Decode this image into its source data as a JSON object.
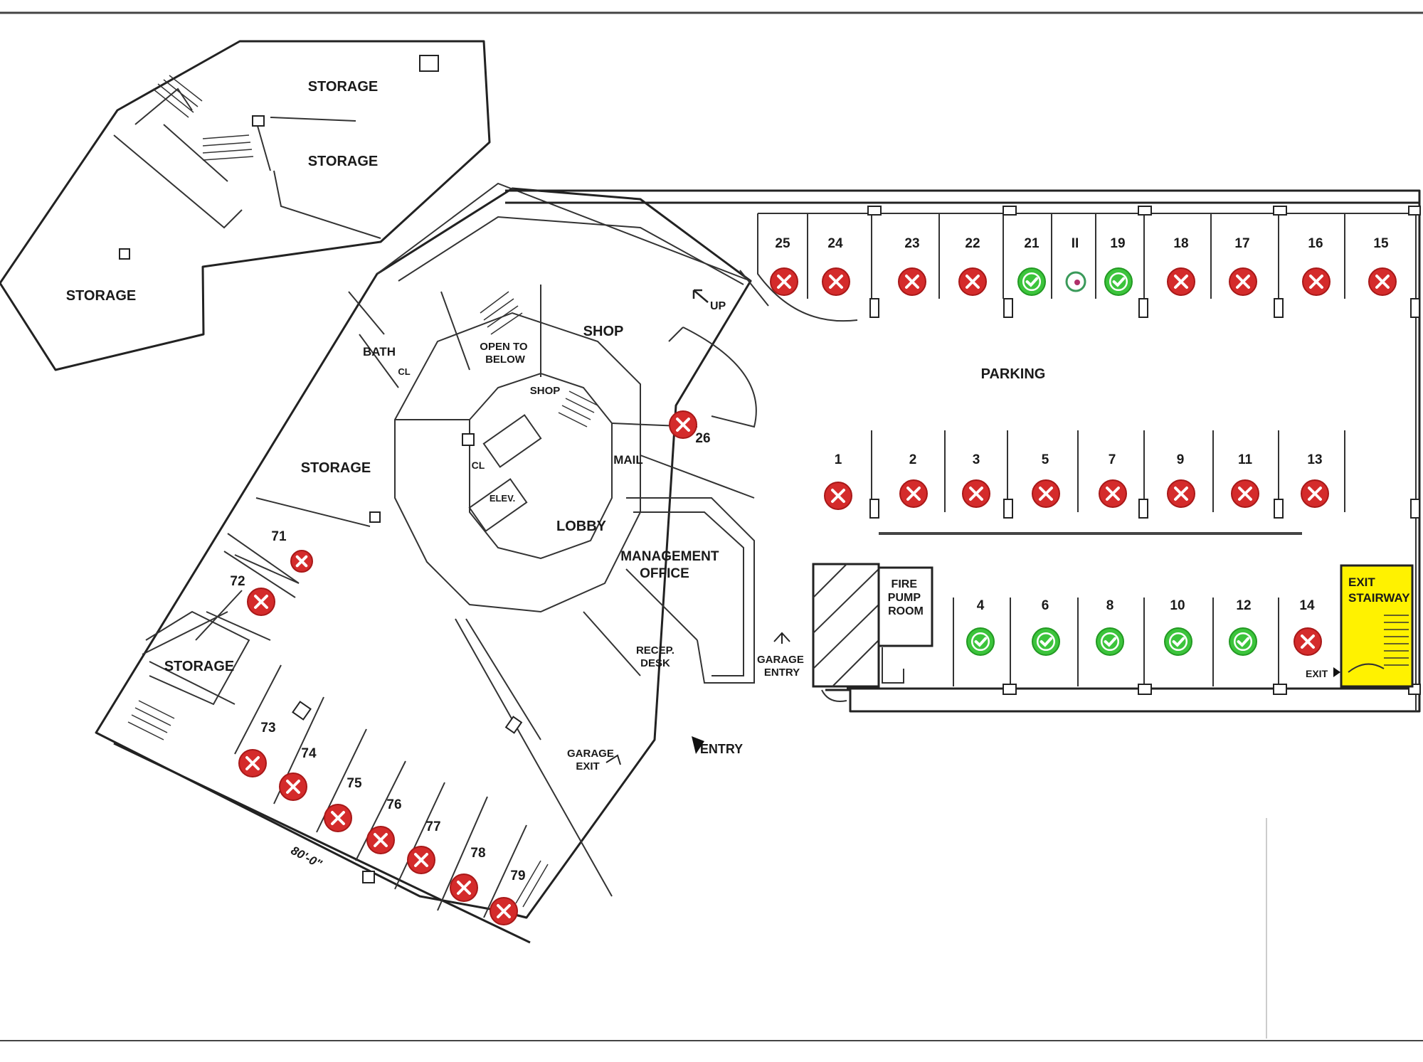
{
  "labels": {
    "storage": "STORAGE",
    "parking": "PARKING",
    "shop": "SHOP",
    "shop_small": "SHOP",
    "open_to_below": [
      "OPEN TO",
      "BELOW"
    ],
    "bath": "BATH",
    "cl": "CL",
    "elev": "ELEV.",
    "mail": "MAIL",
    "lobby": "LOBBY",
    "management_office": [
      "MANAGEMENT",
      "OFFICE"
    ],
    "recep_desk": [
      "RECEP.",
      "DESK"
    ],
    "garage_exit": [
      "GARAGE",
      "EXIT"
    ],
    "garage_entry": [
      "GARAGE",
      "ENTRY"
    ],
    "entry": "ENTRY",
    "fire_pump_room": [
      "FIRE",
      "PUMP",
      "ROOM"
    ],
    "exit_stairway": [
      "EXIT",
      "STAIRWAY"
    ],
    "exit": "EXIT",
    "up": "UP",
    "dimension": "80'-0\""
  },
  "colors": {
    "occupied": "#d42b2b",
    "available": "#3cc43c",
    "stairway_highlight": "#fff200",
    "wall": "#222222"
  },
  "spots": [
    {
      "id": "25",
      "status": "occupied"
    },
    {
      "id": "24",
      "status": "occupied"
    },
    {
      "id": "23",
      "status": "occupied"
    },
    {
      "id": "22",
      "status": "occupied"
    },
    {
      "id": "21",
      "status": "available"
    },
    {
      "id": "II",
      "status": "accessible"
    },
    {
      "id": "19",
      "status": "available"
    },
    {
      "id": "18",
      "status": "occupied"
    },
    {
      "id": "17",
      "status": "occupied"
    },
    {
      "id": "16",
      "status": "occupied"
    },
    {
      "id": "15",
      "status": "occupied"
    },
    {
      "id": "1",
      "status": "occupied"
    },
    {
      "id": "2",
      "status": "occupied"
    },
    {
      "id": "3",
      "status": "occupied"
    },
    {
      "id": "5",
      "status": "occupied"
    },
    {
      "id": "7",
      "status": "occupied"
    },
    {
      "id": "9",
      "status": "occupied"
    },
    {
      "id": "11",
      "status": "occupied"
    },
    {
      "id": "13",
      "status": "occupied"
    },
    {
      "id": "4",
      "status": "available"
    },
    {
      "id": "6",
      "status": "available"
    },
    {
      "id": "8",
      "status": "available"
    },
    {
      "id": "10",
      "status": "available"
    },
    {
      "id": "12",
      "status": "available"
    },
    {
      "id": "14",
      "status": "occupied"
    },
    {
      "id": "26",
      "status": "occupied"
    },
    {
      "id": "71",
      "status": "occupied"
    },
    {
      "id": "72",
      "status": "occupied"
    },
    {
      "id": "73",
      "status": "occupied"
    },
    {
      "id": "74",
      "status": "occupied"
    },
    {
      "id": "75",
      "status": "occupied"
    },
    {
      "id": "76",
      "status": "occupied"
    },
    {
      "id": "77",
      "status": "occupied"
    },
    {
      "id": "78",
      "status": "occupied"
    },
    {
      "id": "79",
      "status": "occupied"
    }
  ]
}
